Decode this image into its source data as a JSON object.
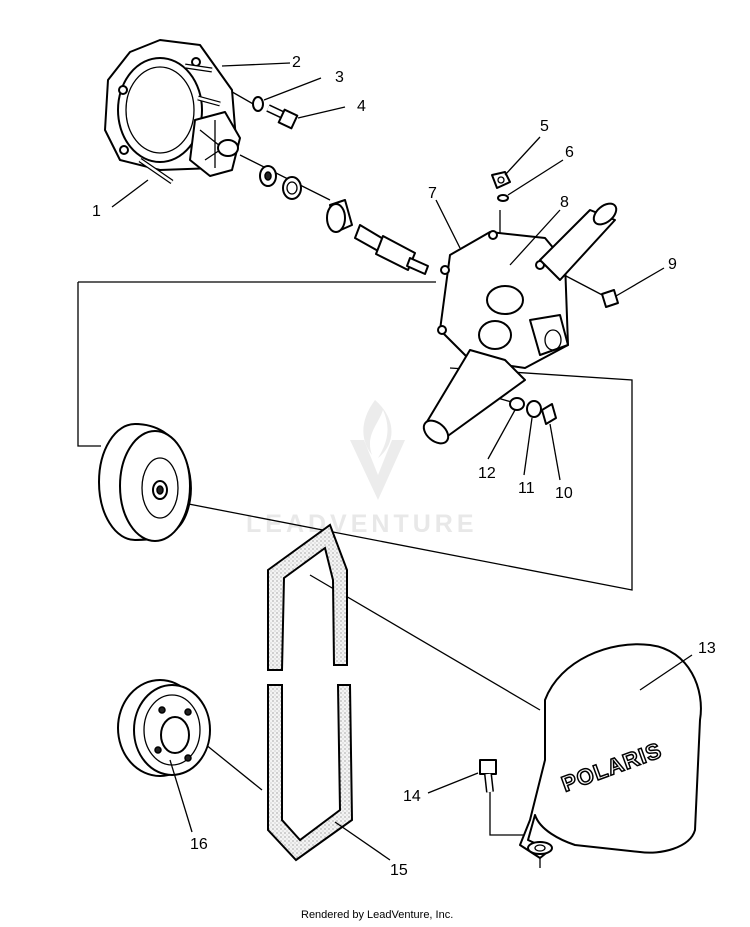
{
  "diagram": {
    "callouts": [
      "1",
      "2",
      "3",
      "4",
      "5",
      "6",
      "7",
      "8",
      "9",
      "10",
      "11",
      "12",
      "13",
      "14",
      "15",
      "16"
    ]
  },
  "watermark": {
    "text": "LEADVENTURE"
  },
  "cover_logo": {
    "text": "POLARIS"
  },
  "footer": {
    "text": "Rendered by LeadVenture, Inc."
  }
}
